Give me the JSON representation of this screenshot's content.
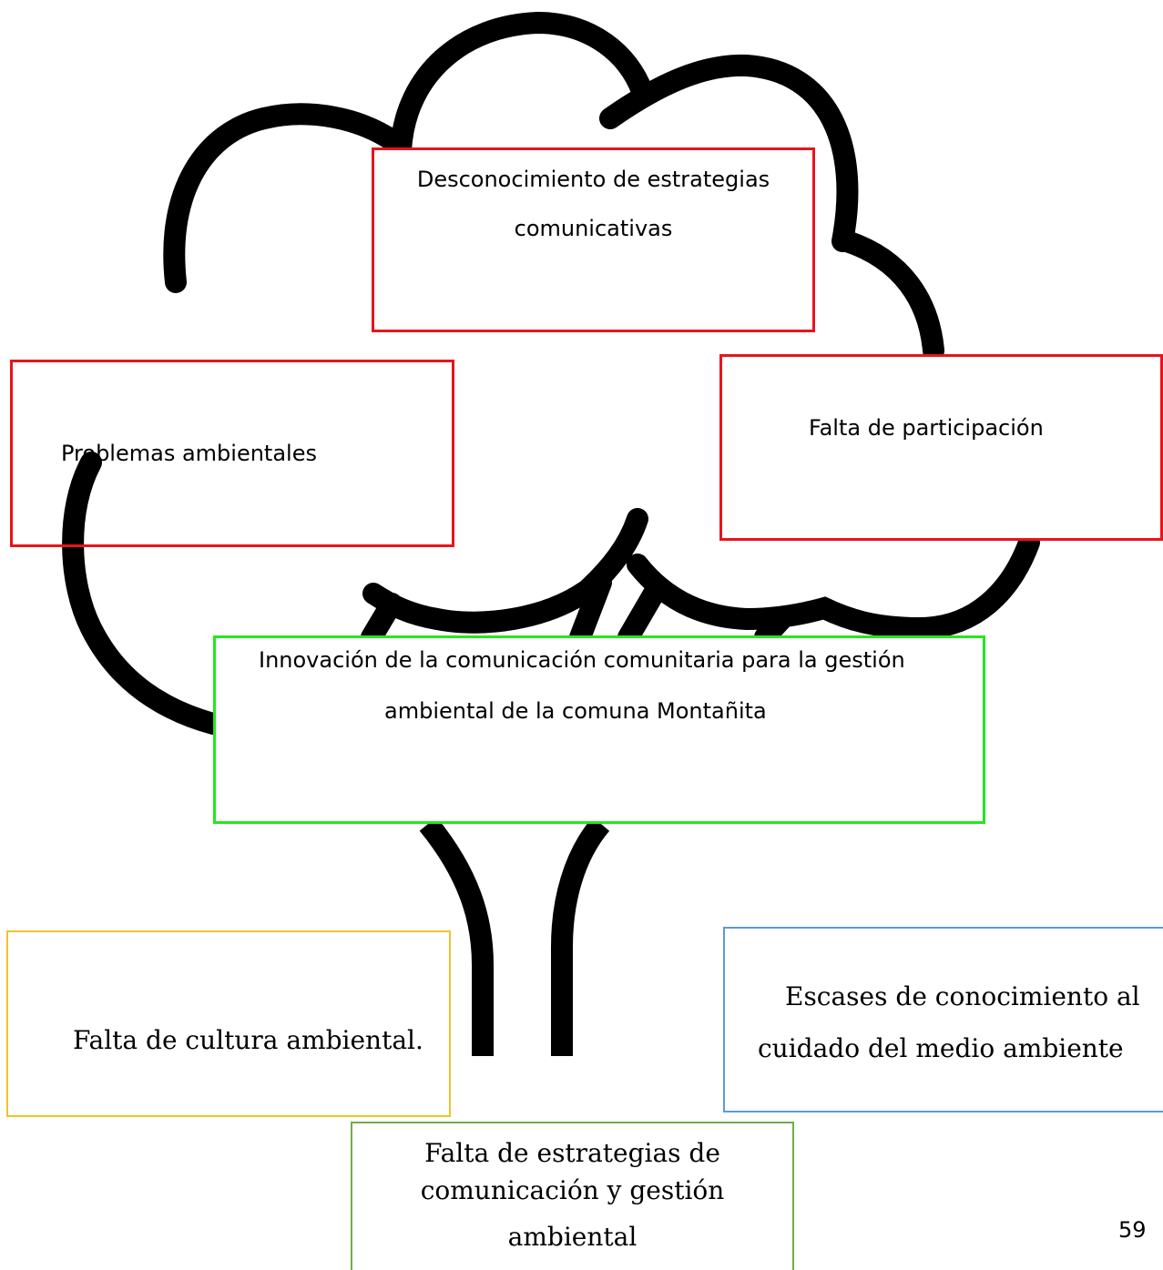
{
  "colors": {
    "red_border": "#e8141c",
    "green_border": "#22e81e",
    "yellow_border": "#f0c22e",
    "blue_border": "#5b9bd5",
    "olive_border": "#70ad47",
    "tree_stroke": "#000000"
  },
  "boxes": {
    "top": {
      "line1": "Desconocimiento de estrategias",
      "line2": "comunicativas"
    },
    "left": {
      "text": "Problemas ambientales"
    },
    "right": {
      "text": "Falta de participación"
    },
    "center": {
      "line1": "Innovación de la comunicación comunitaria para la gestión",
      "line2": "ambiental de la comuna Montañita"
    },
    "yellow": {
      "text": "Falta de cultura ambiental."
    },
    "blue": {
      "line1": "Escases de conocimiento al",
      "line2": "cuidado del medio ambiente"
    },
    "bottom": {
      "line1": "Falta de estrategias de",
      "line2": "comunicación y gestión",
      "line3": "ambiental"
    }
  },
  "page_number": "59"
}
